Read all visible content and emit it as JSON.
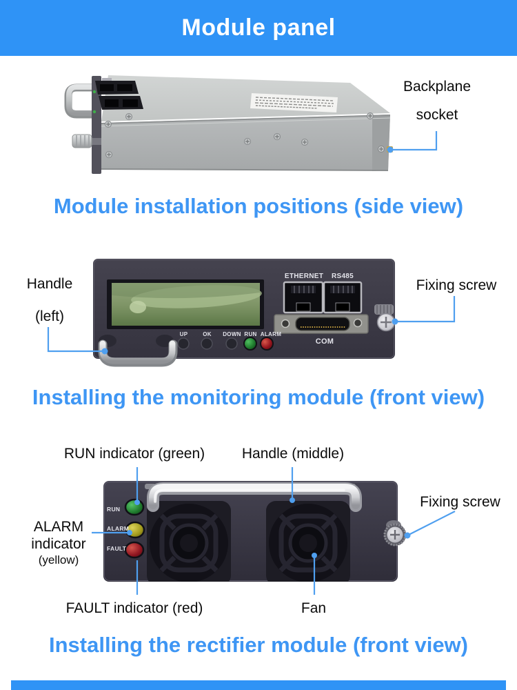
{
  "header": {
    "title": "Module panel"
  },
  "sections": {
    "side_view": {
      "caption": "Module installation positions (side view)",
      "callouts": {
        "backplane_line1": "Backplane",
        "backplane_line2": "socket"
      }
    },
    "monitoring": {
      "caption": "Installing the monitoring module (front view)",
      "callouts": {
        "handle_line1": "Handle",
        "handle_line2": "(left)",
        "fixing_screw": "Fixing screw"
      },
      "panel_labels": {
        "ethernet": "ETHERNET",
        "rs485": "RS485",
        "com": "COM",
        "up": "UP",
        "ok": "OK",
        "down": "DOWN",
        "run": "RUN",
        "alarm": "ALARM"
      }
    },
    "rectifier": {
      "caption": "Installing the rectifier module (front view)",
      "callouts": {
        "run": "RUN indicator (green)",
        "handle": "Handle (middle)",
        "alarm_line1": "ALARM",
        "alarm_line2": "indicator",
        "alarm_line3": "(yellow)",
        "fixing_screw": "Fixing screw",
        "fault": "FAULT indicator (red)",
        "fan": "Fan"
      },
      "panel_labels": {
        "run": "RUN",
        "alarm": "ALARM",
        "fault": "FAULT"
      }
    }
  },
  "colors": {
    "banner_blue": "#2F93F6",
    "heading_blue": "#3E96F4",
    "callout_line_blue": "#4F9FEF",
    "panel_dark": "#3E3D4A",
    "lcd_green": "#84996B",
    "led_green": "#2F9E42",
    "led_yellow": "#C0B735",
    "led_red": "#B3333A"
  }
}
